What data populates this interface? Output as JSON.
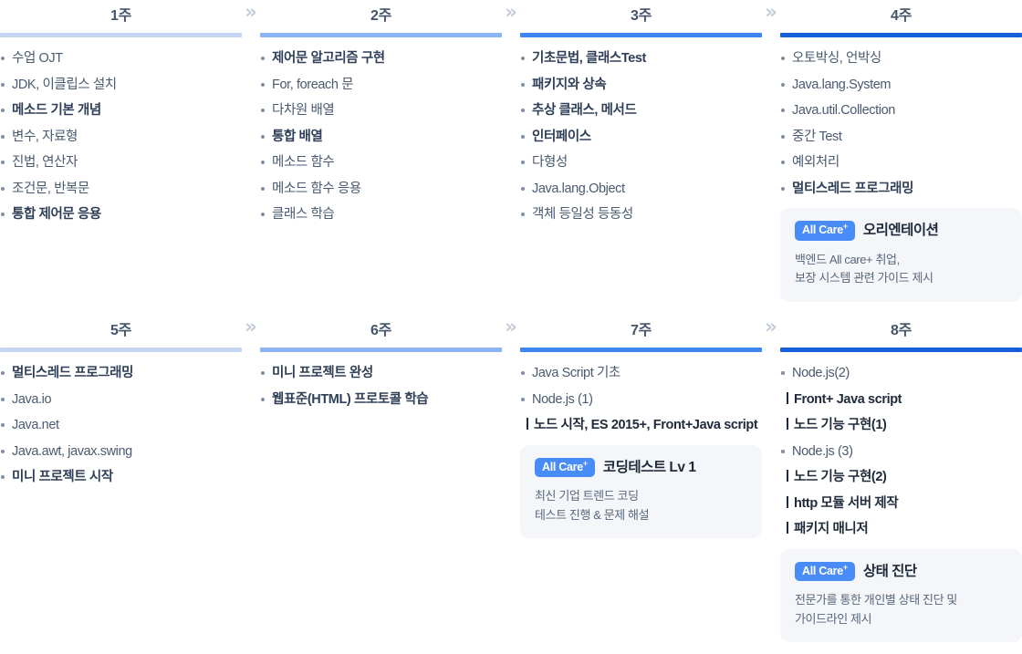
{
  "theme": {
    "bar_colors": [
      "#c5d6f2",
      "#8ab4f5",
      "#3d85ef",
      "#1560d8"
    ],
    "badge_color": "#4a8cf7",
    "title_color": "#44546a",
    "card_bg": "#f4f6f9"
  },
  "separator": {
    "glyph": "»",
    "label": "next-week-arrow"
  },
  "weeks": [
    {
      "title": "1주",
      "items": [
        {
          "text": "수업 OJT",
          "strong": false
        },
        {
          "text": "JDK, 이클립스 설치",
          "strong": false
        },
        {
          "text": "메소드 기본 개념",
          "strong": true
        },
        {
          "text": "변수, 자료형",
          "strong": false
        },
        {
          "text": "진법, 연산자",
          "strong": false
        },
        {
          "text": "조건문, 반복문",
          "strong": false
        },
        {
          "text": "통합 제어문 응용",
          "strong": true
        }
      ],
      "care": null
    },
    {
      "title": "2주",
      "items": [
        {
          "text": "제어문 알고리즘 구현",
          "strong": true
        },
        {
          "text": "For, foreach 문",
          "strong": false
        },
        {
          "text": "다차원 배열",
          "strong": false
        },
        {
          "text": "통합 배열",
          "strong": true
        },
        {
          "text": "메소드 함수",
          "strong": false
        },
        {
          "text": "메소드 함수 응용",
          "strong": false
        },
        {
          "text": "클래스 학습",
          "strong": false
        }
      ],
      "care": null
    },
    {
      "title": "3주",
      "items": [
        {
          "text": "기초문법, 클래스Test",
          "strong": true
        },
        {
          "text": "패키지와 상속",
          "strong": true
        },
        {
          "text": "추상 클래스, 메서드",
          "strong": true
        },
        {
          "text": "인터페이스",
          "strong": true
        },
        {
          "text": "다형성",
          "strong": false
        },
        {
          "text": "Java.lang.Object",
          "strong": false
        },
        {
          "text": "객체 등일성 등동성",
          "strong": false
        }
      ],
      "care": null
    },
    {
      "title": "4주",
      "items": [
        {
          "text": "오토박싱, 언박싱",
          "strong": false
        },
        {
          "text": "Java.lang.System",
          "strong": false
        },
        {
          "text": "Java.util.Collection",
          "strong": false
        },
        {
          "text": "중간 Test",
          "strong": false
        },
        {
          "text": "예외처리",
          "strong": false
        },
        {
          "text": "멀티스레드 프로그래밍",
          "strong": true
        }
      ],
      "care": {
        "badge": "All Care",
        "badge_sup": "+",
        "title": "오리엔테이션",
        "lines": [
          "백엔드 All care+ 취업,",
          "보장 시스템 관련 가이드 제시"
        ]
      }
    },
    {
      "title": "5주",
      "items": [
        {
          "text": "멀티스레드 프로그래밍",
          "strong": true
        },
        {
          "text": "Java.io",
          "strong": false
        },
        {
          "text": "Java.net",
          "strong": false
        },
        {
          "text": "Java.awt, javax.swing",
          "strong": false
        },
        {
          "text": "미니 프로젝트 시작",
          "strong": true
        }
      ],
      "care": null
    },
    {
      "title": "6주",
      "items": [
        {
          "text": "미니 프로젝트 완성",
          "strong": true
        },
        {
          "text": "웹표준(HTML) 프로토콜 학습",
          "strong": true
        }
      ],
      "care": null
    },
    {
      "title": "7주",
      "items": [
        {
          "text": "Java Script 기초",
          "strong": false
        },
        {
          "text": "Node.js (1)",
          "strong": false
        },
        {
          "text": "노드 시작, ES 2015+, Front+Java script",
          "sub": true
        }
      ],
      "care": {
        "badge": "All Care",
        "badge_sup": "+",
        "title": "코딩테스트 Lv 1",
        "lines": [
          "최신 기업 트렌드 코딩",
          "테스트 진행 & 문제 해설"
        ]
      }
    },
    {
      "title": "8주",
      "items": [
        {
          "text": "Node.js(2)",
          "strong": false,
          "square": true
        },
        {
          "text": "Front+ Java script",
          "sub": true
        },
        {
          "text": "노드 기능 구현(1)",
          "sub": true
        },
        {
          "text": "Node.js (3)",
          "strong": false,
          "square": true
        },
        {
          "text": "노드 기능 구현(2)",
          "sub": true
        },
        {
          "text": "http 모듈 서버 제작",
          "sub": true
        },
        {
          "text": "패키지 매니저",
          "sub": true
        }
      ],
      "care": {
        "badge": "All Care",
        "badge_sup": "+",
        "title": "상태 진단",
        "lines": [
          "전문가를 통한 개인별 상태 진단 및",
          "가이드라인 제시"
        ]
      }
    }
  ]
}
